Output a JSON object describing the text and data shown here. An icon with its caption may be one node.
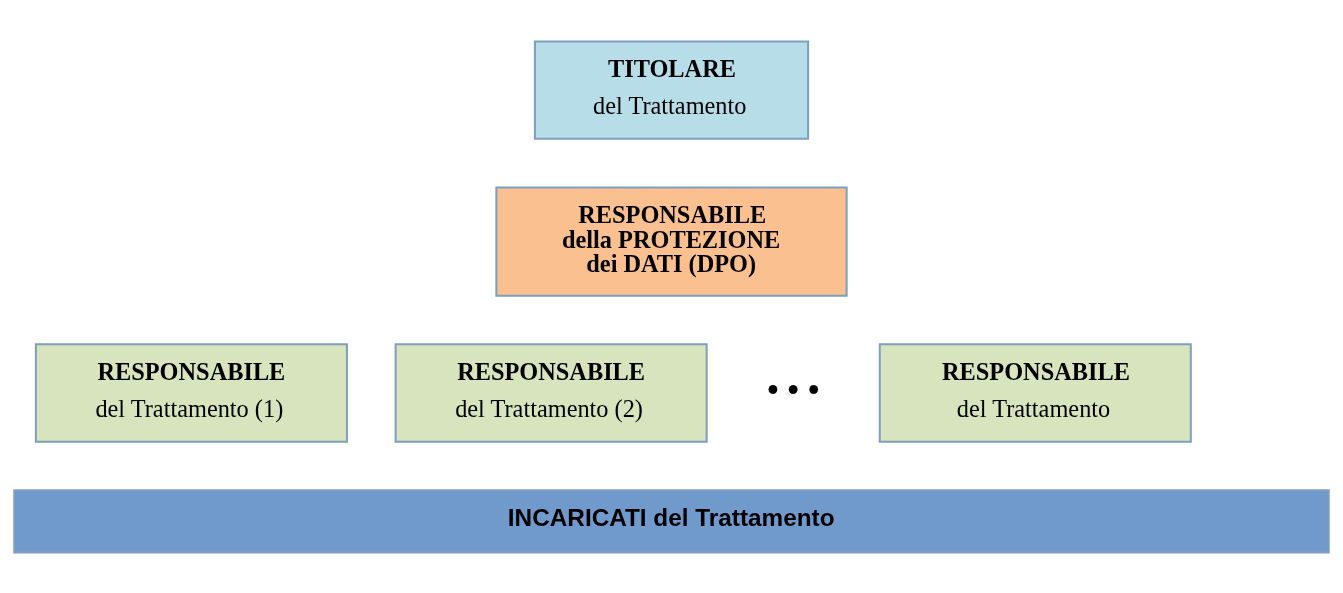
{
  "diagram": {
    "nodes": [
      {
        "text": [
          "TITOLARE",
          "del Trattamento"
        ]
      },
      {
        "text": [
          "RESPONSABILE della PROTEZIONE dei DATI (DPO)"
        ]
      },
      {
        "text": [
          "RESPONSABILE",
          "del Trattamento (1)"
        ]
      },
      {
        "text": [
          "RESPONSABILE",
          "del Trattamento (2)"
        ]
      },
      {
        "text": [
          "RESPONSABILE",
          "del Trattamento"
        ]
      },
      {
        "text": [
          "INCARICATI del Trattamento"
        ]
      }
    ],
    "edges": [],
    "labels": [
      "• • •"
    ]
  }
}
